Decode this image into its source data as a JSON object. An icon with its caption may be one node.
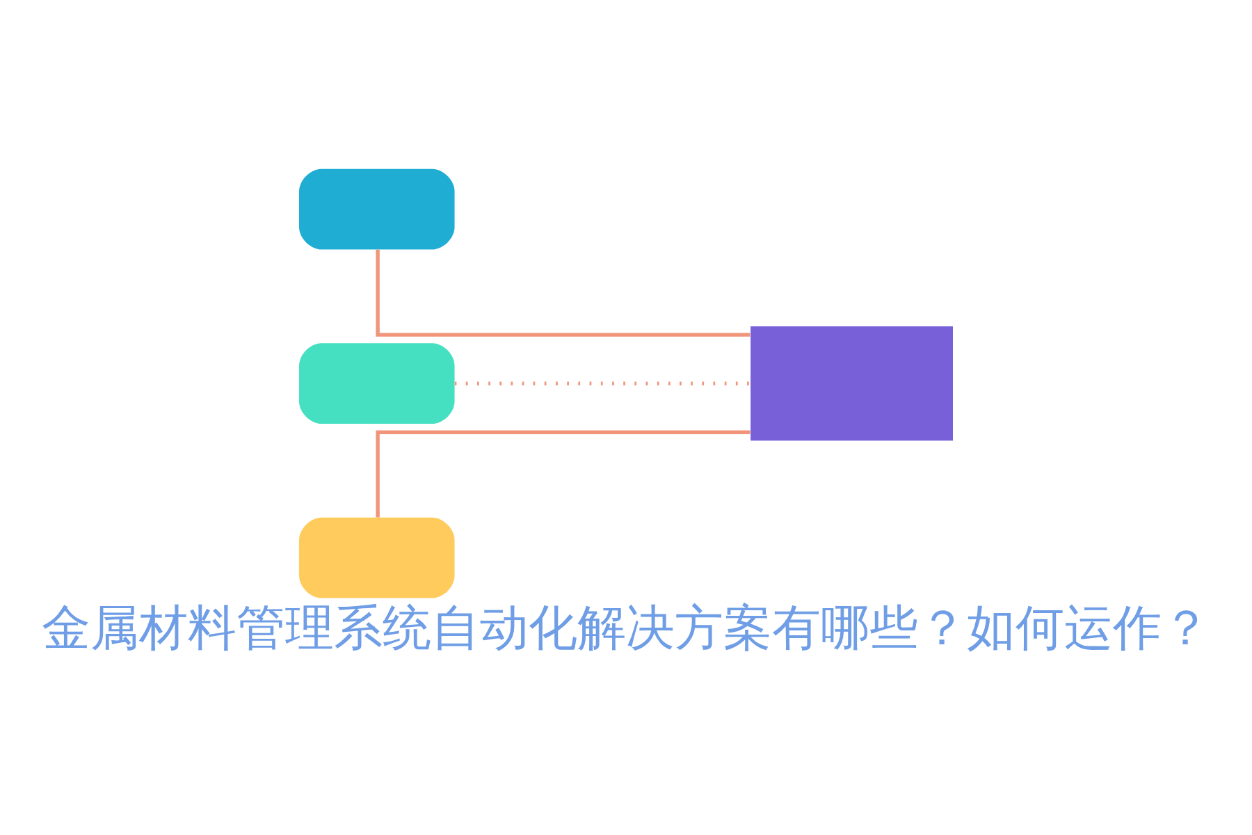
{
  "diagram": {
    "title": "金属材料管理系统自动化解决方案有哪些？如何运作？",
    "nodes": [
      {
        "text": [],
        "shape": "box"
      },
      {
        "text": [],
        "shape": "box"
      },
      {
        "text": [],
        "shape": "box"
      },
      {
        "text": [],
        "shape": "box"
      }
    ],
    "edges": [
      {
        "from": 0,
        "to": 3,
        "arrow": "none"
      },
      {
        "from": 1,
        "to": 3,
        "arrow": "none",
        "style": "dashed"
      },
      {
        "from": 2,
        "to": 3,
        "arrow": "none"
      }
    ]
  }
}
